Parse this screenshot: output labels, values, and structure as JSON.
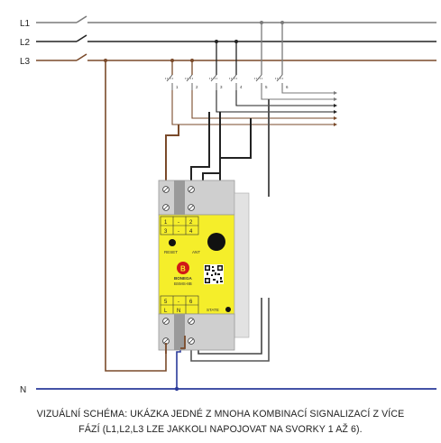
{
  "lines": {
    "l1": "L1",
    "l2": "L2",
    "l3": "L3",
    "n": "N"
  },
  "device": {
    "terminal_top_1": "1",
    "terminal_top_sep": "-",
    "terminal_top_2": "2",
    "terminal_top_3": "3",
    "terminal_top_4": "4",
    "reset_label": "RESET",
    "ant_label": "ANT",
    "brand": "BONEGA",
    "model": "BSMS-8B",
    "state_label": "STATE",
    "terminal_bot_5": "5",
    "terminal_bot_6": "6",
    "terminal_bot_l": "L",
    "terminal_bot_n": "N"
  },
  "breakers": {
    "labels": [
      "1",
      "2",
      "3",
      "4",
      "5",
      "6"
    ]
  },
  "colors": {
    "l1": "#7a7a7a",
    "l2": "#222222",
    "l3": "#7a4a2a",
    "neutral": "#2a3a9a",
    "device_yellow": "#f5ee2a",
    "device_grey": "#cfcfcf"
  },
  "caption": {
    "line1": "VIZUÁLNÍ SCHÉMA: UKÁZKA JEDNÉ Z MNOHA KOMBINACÍ SIGNALIZACÍ Z VÍCE",
    "line2": "FÁZÍ (L1,L2,L3 LZE JAKKOLI NAPOJOVAT NA SVORKY 1 AŽ 6)."
  }
}
